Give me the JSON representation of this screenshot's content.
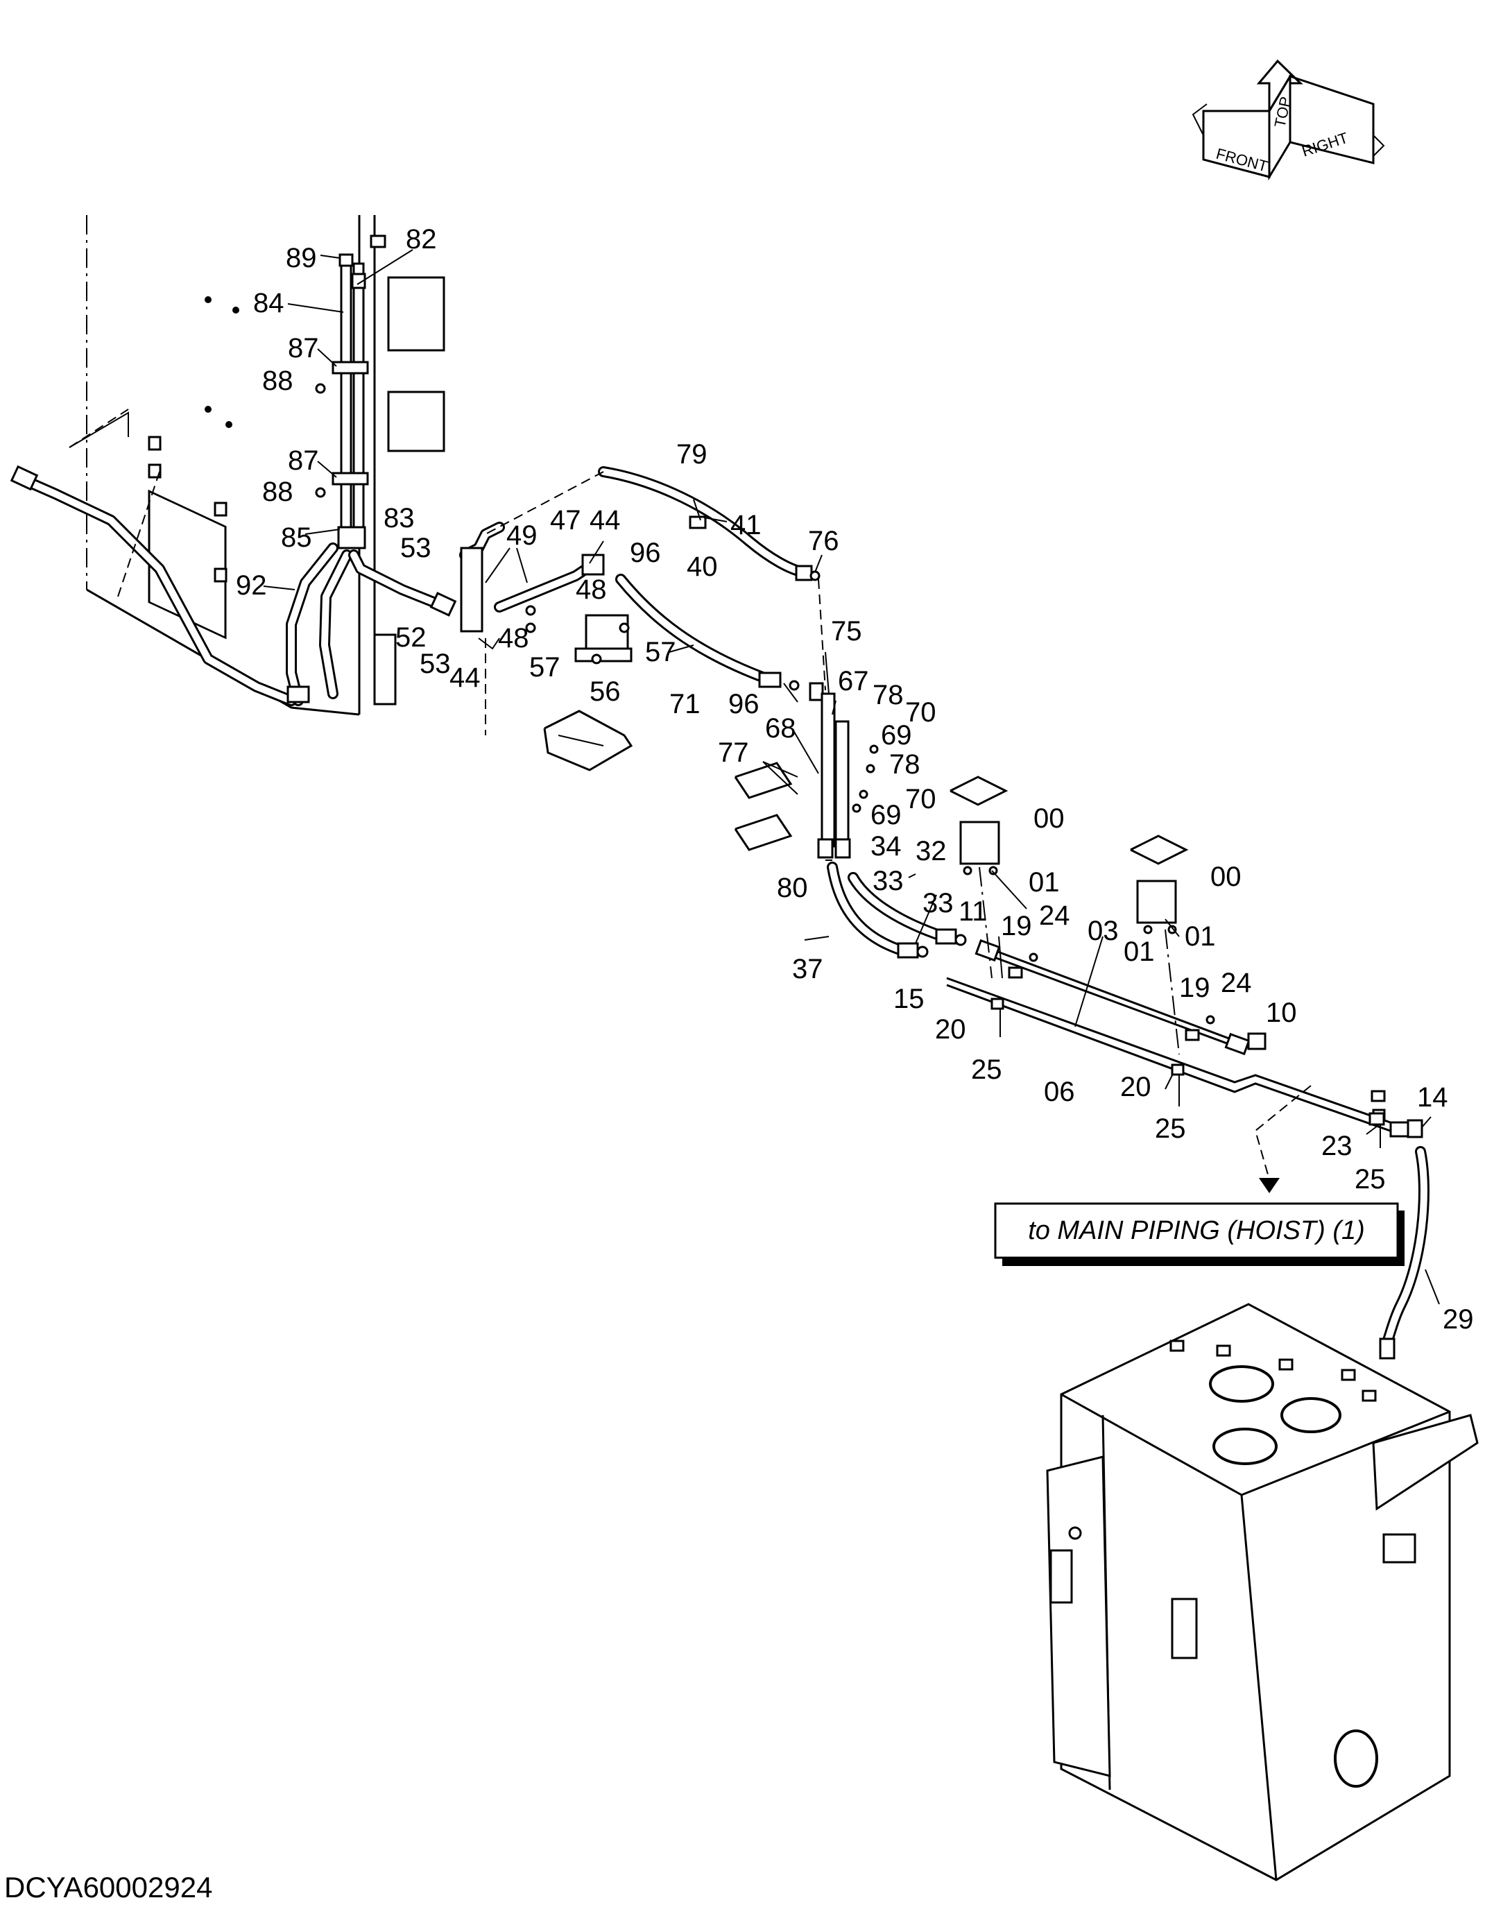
{
  "drawing_id": "DCYA60002924",
  "reference_box": {
    "label": "to MAIN PIPING (HOIST) (1)"
  },
  "orientation_icon": {
    "front": "FRONT",
    "top": "TOP",
    "right": "RIGHT"
  },
  "callouts": [
    "89",
    "82",
    "84",
    "87",
    "88",
    "87",
    "88",
    "83",
    "85",
    "53",
    "92",
    "52",
    "53",
    "44",
    "49",
    "47",
    "44",
    "48",
    "48",
    "96",
    "57",
    "57",
    "56",
    "79",
    "41",
    "40",
    "76",
    "71",
    "96",
    "68",
    "75",
    "67",
    "78",
    "70",
    "69",
    "78",
    "70",
    "69",
    "77",
    "34",
    "80",
    "32",
    "33",
    "33",
    "11",
    "19",
    "24",
    "03",
    "37",
    "15",
    "20",
    "25",
    "06",
    "00",
    "01",
    "00",
    "01",
    "01",
    "19",
    "24",
    "10",
    "20",
    "25",
    "14",
    "23",
    "25",
    "29"
  ],
  "colors": {
    "line": "#000000",
    "background": "#ffffff"
  }
}
